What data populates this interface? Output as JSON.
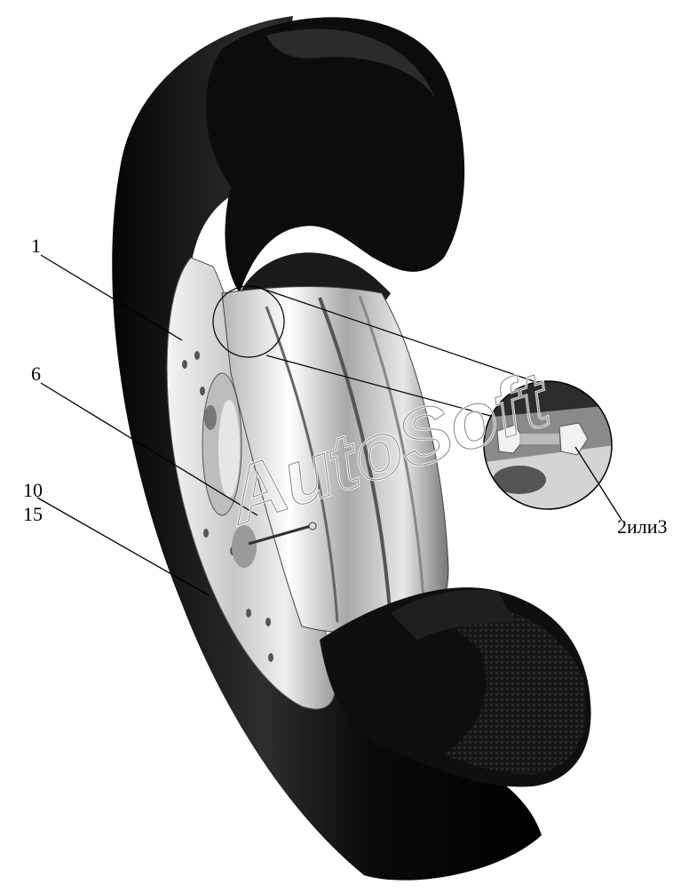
{
  "figure": {
    "callouts": {
      "c1": "1",
      "c6": "6",
      "c10": "10",
      "c15": "15",
      "c2": "2или3"
    },
    "watermark": "AutoSoft",
    "colors": {
      "tire": "#0b0b0b",
      "tire_highlight": "#3a3a3a",
      "rim": "#d9d9d9",
      "rim_shadow": "#8a8a8a",
      "background": "#ffffff"
    }
  }
}
